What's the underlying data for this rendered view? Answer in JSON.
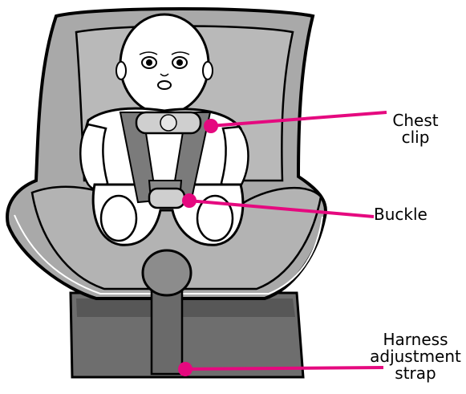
{
  "callouts": [
    {
      "id": "chest-clip",
      "lines": [
        "Chest",
        "clip"
      ]
    },
    {
      "id": "buckle",
      "lines": [
        "Buckle"
      ]
    },
    {
      "id": "harness-adjustment-strap",
      "lines": [
        "Harness",
        "adjustment",
        "strap"
      ]
    }
  ],
  "colors": {
    "callout_line": "#e5097f",
    "seat_fill": "#a9a9a9",
    "seat_base": "#6e6e6e",
    "harness": "#7b7b7b",
    "outline": "#000000"
  }
}
